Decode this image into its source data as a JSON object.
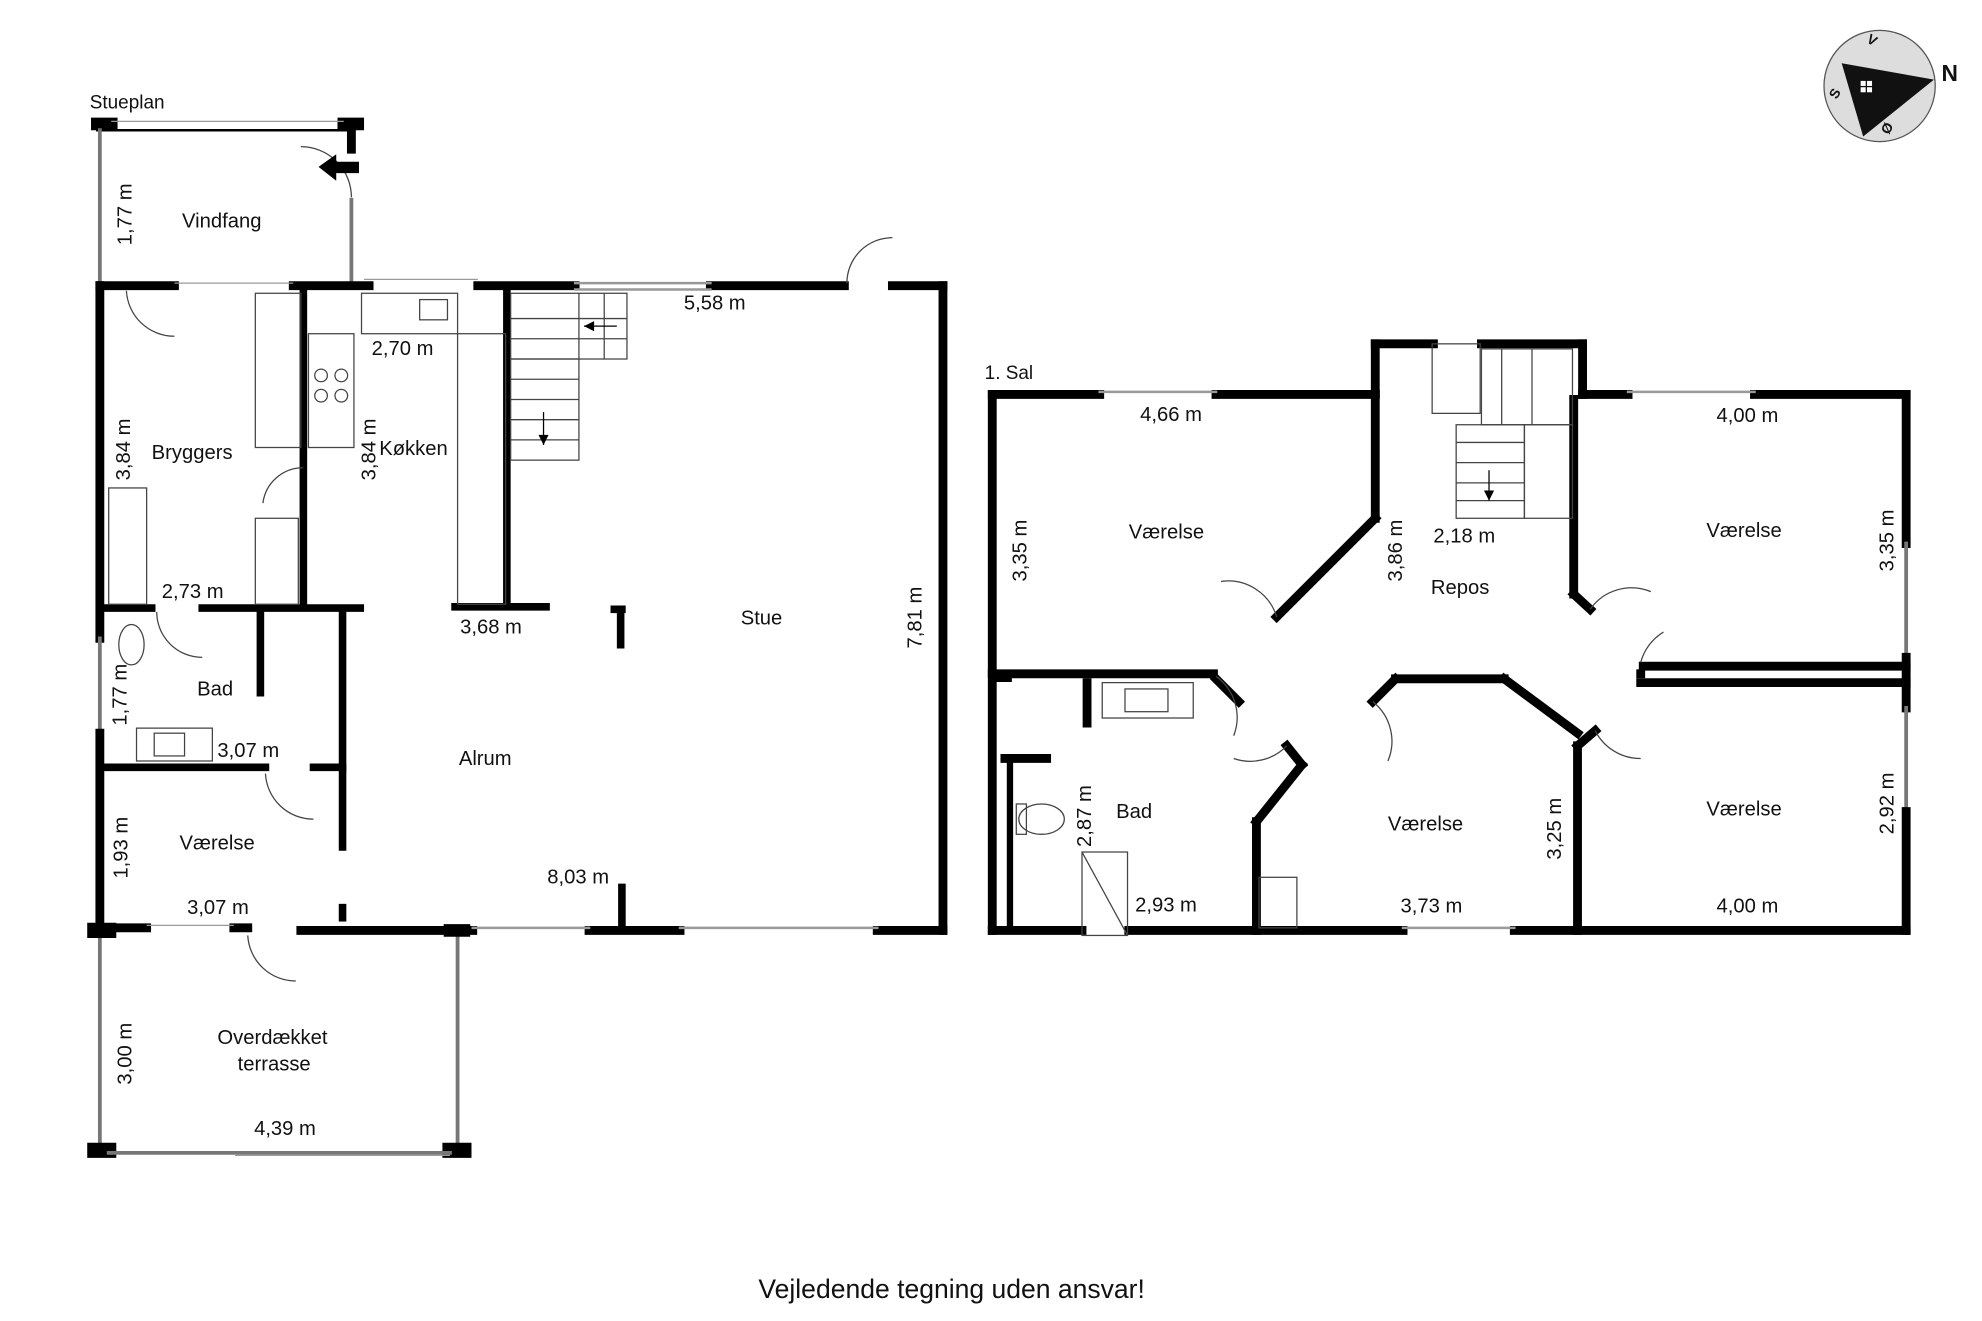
{
  "floor_plans": {
    "ground": {
      "heading": "Stueplan",
      "rooms": {
        "vindfang": "Vindfang",
        "bryggers": "Bryggers",
        "kokken": "Køkken",
        "stue": "Stue",
        "bad": "Bad",
        "alrum": "Alrum",
        "vaerelse": "Værelse",
        "terrasse_line1": "Overdækket",
        "terrasse_line2": "terrasse"
      },
      "dimensions": {
        "vindfang_height": "1,77 m",
        "stue_top": "5,58 m",
        "kokken_top": "2,70 m",
        "bryggers_height": "3,84 m",
        "kokken_height": "3,84 m",
        "bryggers_bottom": "2,73 m",
        "stair_bottom": "3,68 m",
        "stue_height": "7,81 m",
        "bad_height": "1,77 m",
        "bad_width": "3,07 m",
        "vaerelse_height": "1,93 m",
        "vaerelse_width": "3,07 m",
        "alrum_width": "8,03 m",
        "terrasse_height": "3,00 m",
        "terrasse_width": "4,39 m"
      }
    },
    "first": {
      "heading": "1. Sal",
      "rooms": {
        "vaerelse_nw": "Værelse",
        "repos": "Repos",
        "vaerelse_ne": "Værelse",
        "bad": "Bad",
        "vaerelse_s": "Værelse",
        "vaerelse_se": "Værelse"
      },
      "dimensions": {
        "nw_width": "4,66 m",
        "nw_height": "3,35 m",
        "repos_height": "3,86 m",
        "repos_width": "2,18 m",
        "ne_width": "4,00 m",
        "ne_height": "3,35 m",
        "bad_height": "2,87 m",
        "bad_width": "2,93 m",
        "s_width": "3,73 m",
        "s_height": "3,25 m",
        "se_height": "2,92 m",
        "se_width": "4,00 m"
      }
    }
  },
  "compass": {
    "north": "N",
    "south": "S",
    "east": "Ø",
    "west": "V",
    "icon": "house-compass-icon"
  },
  "disclaimer": "Vejledende tegning uden ansvar!",
  "colors": {
    "wall": "#000000",
    "background": "#ffffff",
    "window": "#aaaaaa"
  }
}
